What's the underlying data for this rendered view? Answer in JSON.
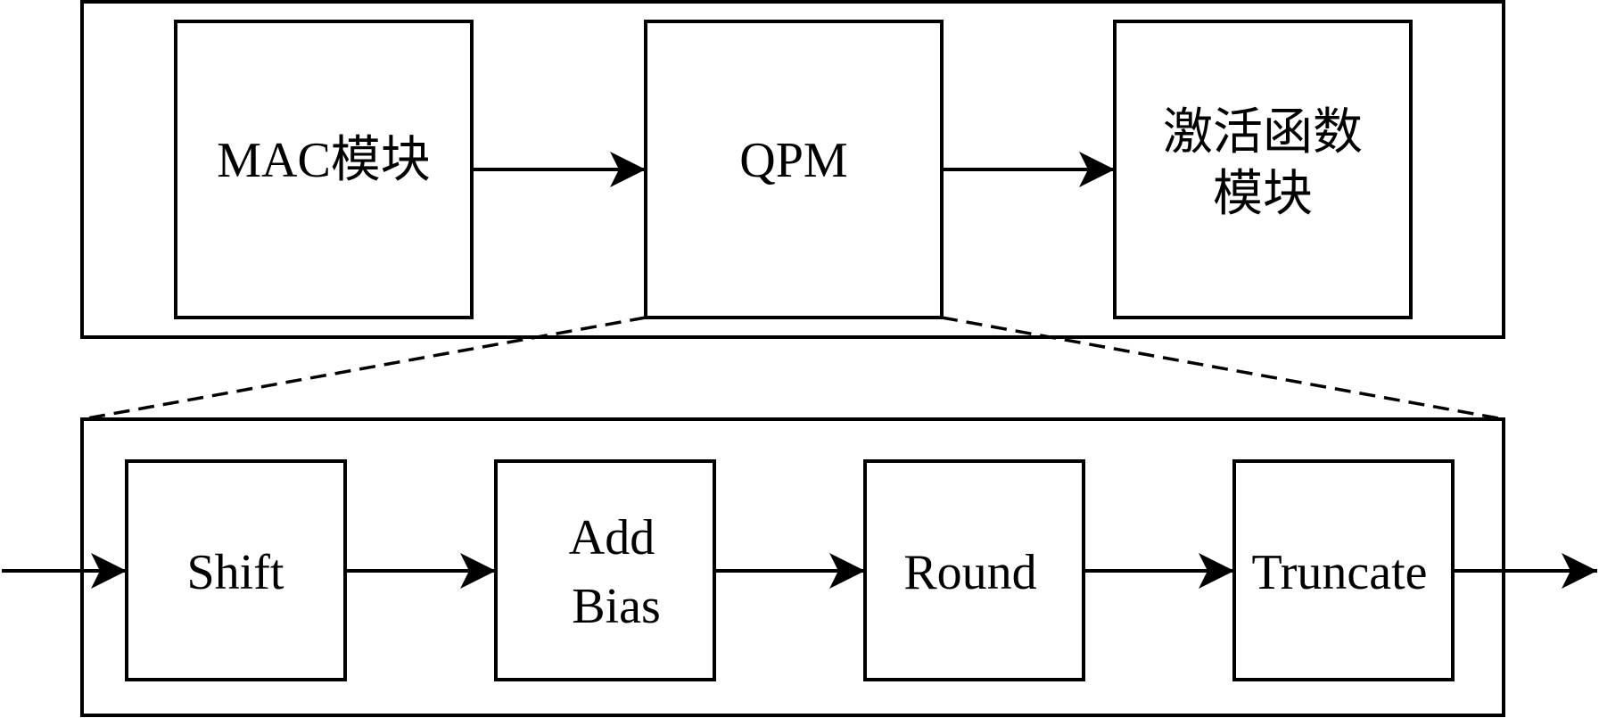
{
  "top_row": {
    "mac": {
      "label": "MAC模块"
    },
    "qpm": {
      "label": "QPM"
    },
    "activation": {
      "line1": "激活函数",
      "line2": "模块"
    }
  },
  "qpm_detail": {
    "shift": {
      "label": "Shift"
    },
    "add_bias": {
      "line1": "Add",
      "line2": "Bias"
    },
    "round": {
      "label": "Round"
    },
    "truncate": {
      "label": "Truncate"
    }
  },
  "colors": {
    "stroke": "#000000",
    "background": "#ffffff"
  }
}
